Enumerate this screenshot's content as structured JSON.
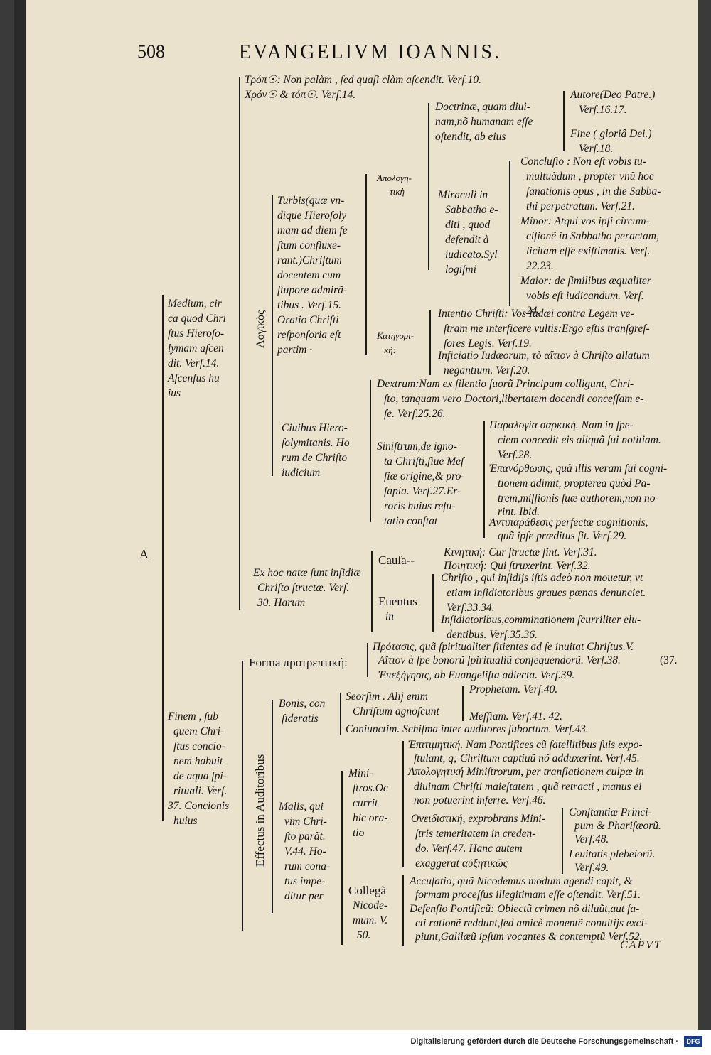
{
  "header": {
    "page_number": "508",
    "running_title": "EVANGELIVM IOANNIS."
  },
  "root_letter": "A",
  "rows": {
    "tropos": "Τρόπ☉: Non palàm , ſed quaſi clàm aſcendit. Verſ.10.",
    "chronos": "Χρόν☉ & τόπ☉. Verſ.14.",
    "medium": [
      "Medium, cir",
      "ca quod Chri",
      "ſtus Hieroſo-",
      "lymam aſcen",
      "dit. Verſ.14.",
      "Aſcenſus hu",
      "ius"
    ],
    "logikos": "Λογϊκὸς",
    "turbis": [
      "Turbis(quæ vn-",
      "dique Hieroſoly",
      "mam ad diem fe",
      "ſtum confluxe-",
      "rant.)Chriſtum",
      "docentem cum",
      "ſtupore admirã-",
      "tibus . Verſ.15.",
      "Oratio Chriſti",
      "reſponſoria eſt",
      "partim ·"
    ],
    "apologetike": [
      "Ἀπολογη-",
      "τικὴ"
    ],
    "doctrinae": [
      "Doctrinæ, quam diui-",
      "nam,nõ humanam eſſe",
      "oſtendit, ab eius"
    ],
    "autore": [
      "Autore(Deo Patre.)",
      "Verſ.16.17."
    ],
    "fine": [
      "Fine ( gloriâ Dei.)",
      "Verſ.18."
    ],
    "miraculi": [
      "Miraculi in",
      "Sabbatho e-",
      "diti , quod",
      "defendit à",
      "iudicato.Syl",
      "logiſmi"
    ],
    "conclusio": [
      "Concluſio : Non eſt vobis tu-",
      "multuãdum , propter vnũ hoc",
      "ſanationis opus , in die Sabba-",
      "thi perpetratum. Verſ.21."
    ],
    "minor": [
      "Minor: Atqui vos ipſi circum-",
      "ciſionẽ in Sabbatho peractam,",
      "licitam eſſe exiſtimatis. Verſ.",
      "22.23."
    ],
    "maior": [
      "Maior: de ſimilibus æqualiter",
      "vobis eſt iudicandum. Verſ.",
      "24."
    ],
    "kategorike": [
      "Κατηγορι-",
      "κὴ:"
    ],
    "intentio": [
      "Intentio Chriſti: Vos Iudæi contra Legem ve-",
      "ſtram me interficere vultis:Ergo eſtis tranſgreſ-",
      "ſores Legis. Verſ.19."
    ],
    "inficiatio": [
      "Inficiatio Iudæorum, τὸ αἴτιον à Chriſto allatum",
      "negantium. Verſ.20."
    ],
    "ciuibus": [
      "Ciuibus Hiero-",
      "ſolymitanis. Ho",
      "rum de Chriſto",
      "iudicium"
    ],
    "dextrum": [
      "Dextrum:Nam ex ſilentio ſuorũ Principum colligunt, Chri-",
      "ſto, tanquam vero Doctori,libertatem docendi conceſſam e-",
      "ſe. Verſ.25.26."
    ],
    "sinistrum": [
      "Siniſtrum,de igno-",
      "ta Chriſti,ſiue Meſ",
      "ſiæ origine,& pro-",
      "ſapia. Verſ.27.Er-",
      "roris huius refu-",
      "tatio conſtat"
    ],
    "paralogia": [
      "Παραλογία σαρκική. Nam in ſpe-",
      "ciem concedit eis aliquã ſui notitiam.",
      "Verſ.28."
    ],
    "epanorthosis": [
      "Ἐπανόρθωσις, quã illis veram ſui cogni-",
      "tionem adimit, propterea quòd Pa-",
      "trem,miſſionis ſuæ authorem,non no-",
      "rint. Ibid."
    ],
    "antithesis": [
      "Ἀντιπαράθεσις perfectæ cognitionis,",
      "quã ipſe præditus ſit. Verſ.29."
    ],
    "ex_hoc": [
      "Ex hoc natæ ſunt inſidiæ",
      "Chriſto ſtructæ. Verſ.",
      "30. Harum"
    ],
    "causa": "Cauſa--",
    "kinetike": "Κινητική: Cur ſtructæ ſint. Verſ.31.",
    "poietike": "Ποιητική: Qui ſtruxerint. Verſ.32.",
    "euentus": [
      "Euentus",
      "in"
    ],
    "christo": [
      "Chriſto , qui inſidijs iſtis adeò non mouetur, vt",
      "etiam inſidiatoribus graues pœnas denunciet.",
      "Verſ.33.34."
    ],
    "insidiatoribus": [
      "Inſidiatoribus,comminationem ſcurriliter elu-",
      "dentibus. Verſ.35.36."
    ],
    "finem": [
      "Finem , ſub",
      "quem Chri-",
      "ſtus concio-",
      "nem habuit",
      "de aqua ſpi-",
      "rituali. Verſ.",
      "37. Concionis",
      "huius"
    ],
    "forma": "Forma προτρεπτική:",
    "protasis": [
      "Πρότασις, quã ſpiritualiter ſitientes ad ſe inuitat Chriſtus.V.",
      "Αἴτιον à ſpe bonorũ ſpiritualiũ conſequendorũ. Verſ.38.",
      "Ἐπεξήγησις, ab Euangeliſta adiecta. Verſ.39."
    ],
    "margin_note": "(37.",
    "effectus": "Effectus in Auditoribus",
    "bonis": [
      "Bonis, con",
      "ſideratis"
    ],
    "seorsim": [
      "Seorſim . Alij enim",
      "Chriſtum agnoſcunt"
    ],
    "prophetam": "Prophetam. Verſ.40.",
    "messiam": "Meſſiam. Verſ.41. 42.",
    "coniunctim": "Coniunctim. Schiſma inter auditores ſubortum. Verſ.43.",
    "malis": [
      "Malis, qui",
      "vim Chri-",
      "ſto parãt.",
      "V.44. Ho-",
      "rum cona-",
      "tus impe-",
      "ditur per"
    ],
    "ministros": [
      "Mini-",
      "ſtros.Oc",
      "currit",
      "hic ora-",
      "tio"
    ],
    "epitimetike": [
      "Ἐπιτιμητική. Nam Pontifices cũ ſatellitibus ſuis expo-",
      "ſtulant, q; Chriſtum captiuũ nõ adduxerint. Verſ.45."
    ],
    "apologetike2": [
      "Ἀπολογητική Miniſtrorum, per tranſlationem culpæ in",
      "diuinam Chriſti maieſtatem , quã retracti , manus ei",
      "non potuerint inferre. Verſ.46."
    ],
    "oneidistike": [
      "Ονειδιστική, exprobrans Mini-",
      "ſtris temeritatem in creden-",
      "do. Verſ.47. Hanc autem",
      "exaggerat αὐξητικῶς"
    ],
    "constantiae": [
      "Conſtantiæ Princi-",
      "pum & Phariſæorũ.",
      "Verſ.48."
    ],
    "leuitatis": [
      "Leuitatis plebeiorũ.",
      "Verſ.49."
    ],
    "collega": [
      "Collegã",
      "Nicode-",
      "mum. V.",
      "50."
    ],
    "accusatio": [
      "Accuſatio, quã Nicodemus modum agendi capit, &",
      "formam proceſſus illegitimam eſſe oſtendit. Verſ.51."
    ],
    "defensio": [
      "Defenſio Pontificũ: Obiectũ crimen nõ diluũt,aut fa-",
      "cti rationẽ reddunt,ſed amicè monentẽ conuitijs exci-",
      "piunt,Galilæũ ipſum vocantes & contemptũ Verſ.52."
    ]
  },
  "catchword": "CAPVT",
  "footer": {
    "credit": "Digitalisierung gefördert durch die Deutsche Forschungsgemeinschaft ·",
    "logo": "DFG"
  }
}
